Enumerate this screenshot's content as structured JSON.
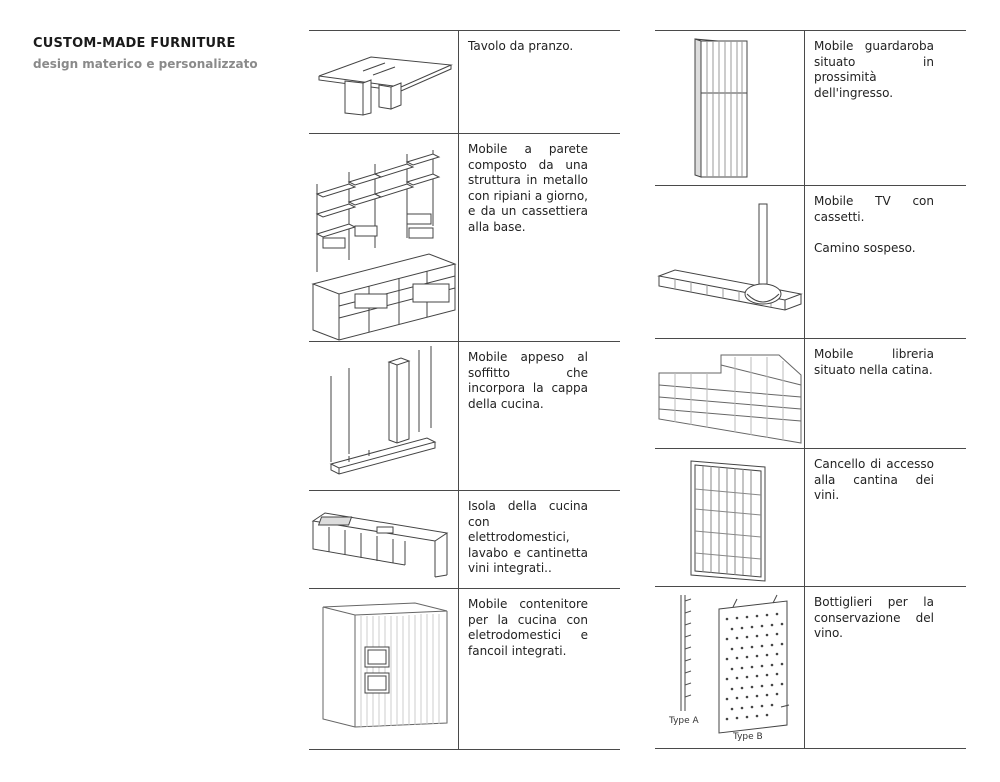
{
  "header": {
    "title": "CUSTOM-MADE FURNITURE",
    "subtitle": "design materico e personalizzato"
  },
  "left_column": [
    {
      "icon": "dining-table-icon",
      "text": "Tavolo da pranzo."
    },
    {
      "icon": "wall-unit-icon",
      "text": "Mobile a parete composto da una struttura in metallo con ripiani a giorno, e da un cassettiera alla base."
    },
    {
      "icon": "hanging-unit-icon",
      "text": "Mobile appeso al soffitto che incorpora la cappa della cucina."
    },
    {
      "icon": "kitchen-island-icon",
      "text": "Isola della cucina con elettrodomestici, lavabo e cantinetta vini integrati.."
    },
    {
      "icon": "kitchen-storage-icon",
      "text": "Mobile contenitore per la cucina con eletrodomestici e fancoil integrati."
    }
  ],
  "right_column": [
    {
      "icon": "wardrobe-icon",
      "text": "Mobile guardaroba situato in prossimità dell'ingresso."
    },
    {
      "icon": "tv-unit-icon",
      "text": "Mobile TV con cassetti.\n\nCamino sospeso."
    },
    {
      "icon": "bookcase-icon",
      "text": "Mobile libreria situato nella catina."
    },
    {
      "icon": "gate-icon",
      "text": "Cancello di accesso alla cantina dei vini."
    },
    {
      "icon": "bottle-rack-icon",
      "text": "Bottiglieri per la conservazione del vino.",
      "labels": [
        "Type A",
        "Type B"
      ]
    }
  ]
}
